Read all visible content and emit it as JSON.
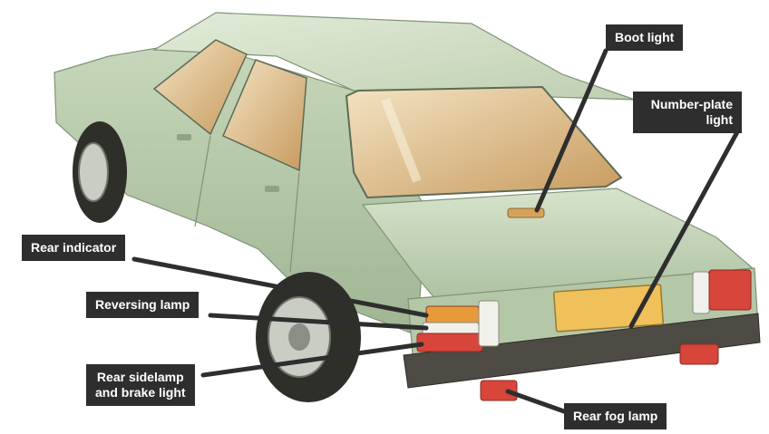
{
  "labels": {
    "boot_light": "Boot light",
    "number_plate_light_line1": "Number-plate",
    "number_plate_light_line2": "light",
    "rear_indicator": "Rear indicator",
    "reversing_lamp": "Reversing lamp",
    "rear_sidelamp_line1": "Rear sidelamp",
    "rear_sidelamp_line2": "and brake light",
    "rear_fog_lamp": "Rear fog lamp"
  },
  "colors": {
    "callout_bg": "#2e2e2e",
    "callout_text": "#ffffff",
    "car_body": "#c9d8bd",
    "lamp_red": "#d8453a",
    "lamp_amber": "#e89a3b",
    "lamp_white": "#f1f1ec"
  }
}
